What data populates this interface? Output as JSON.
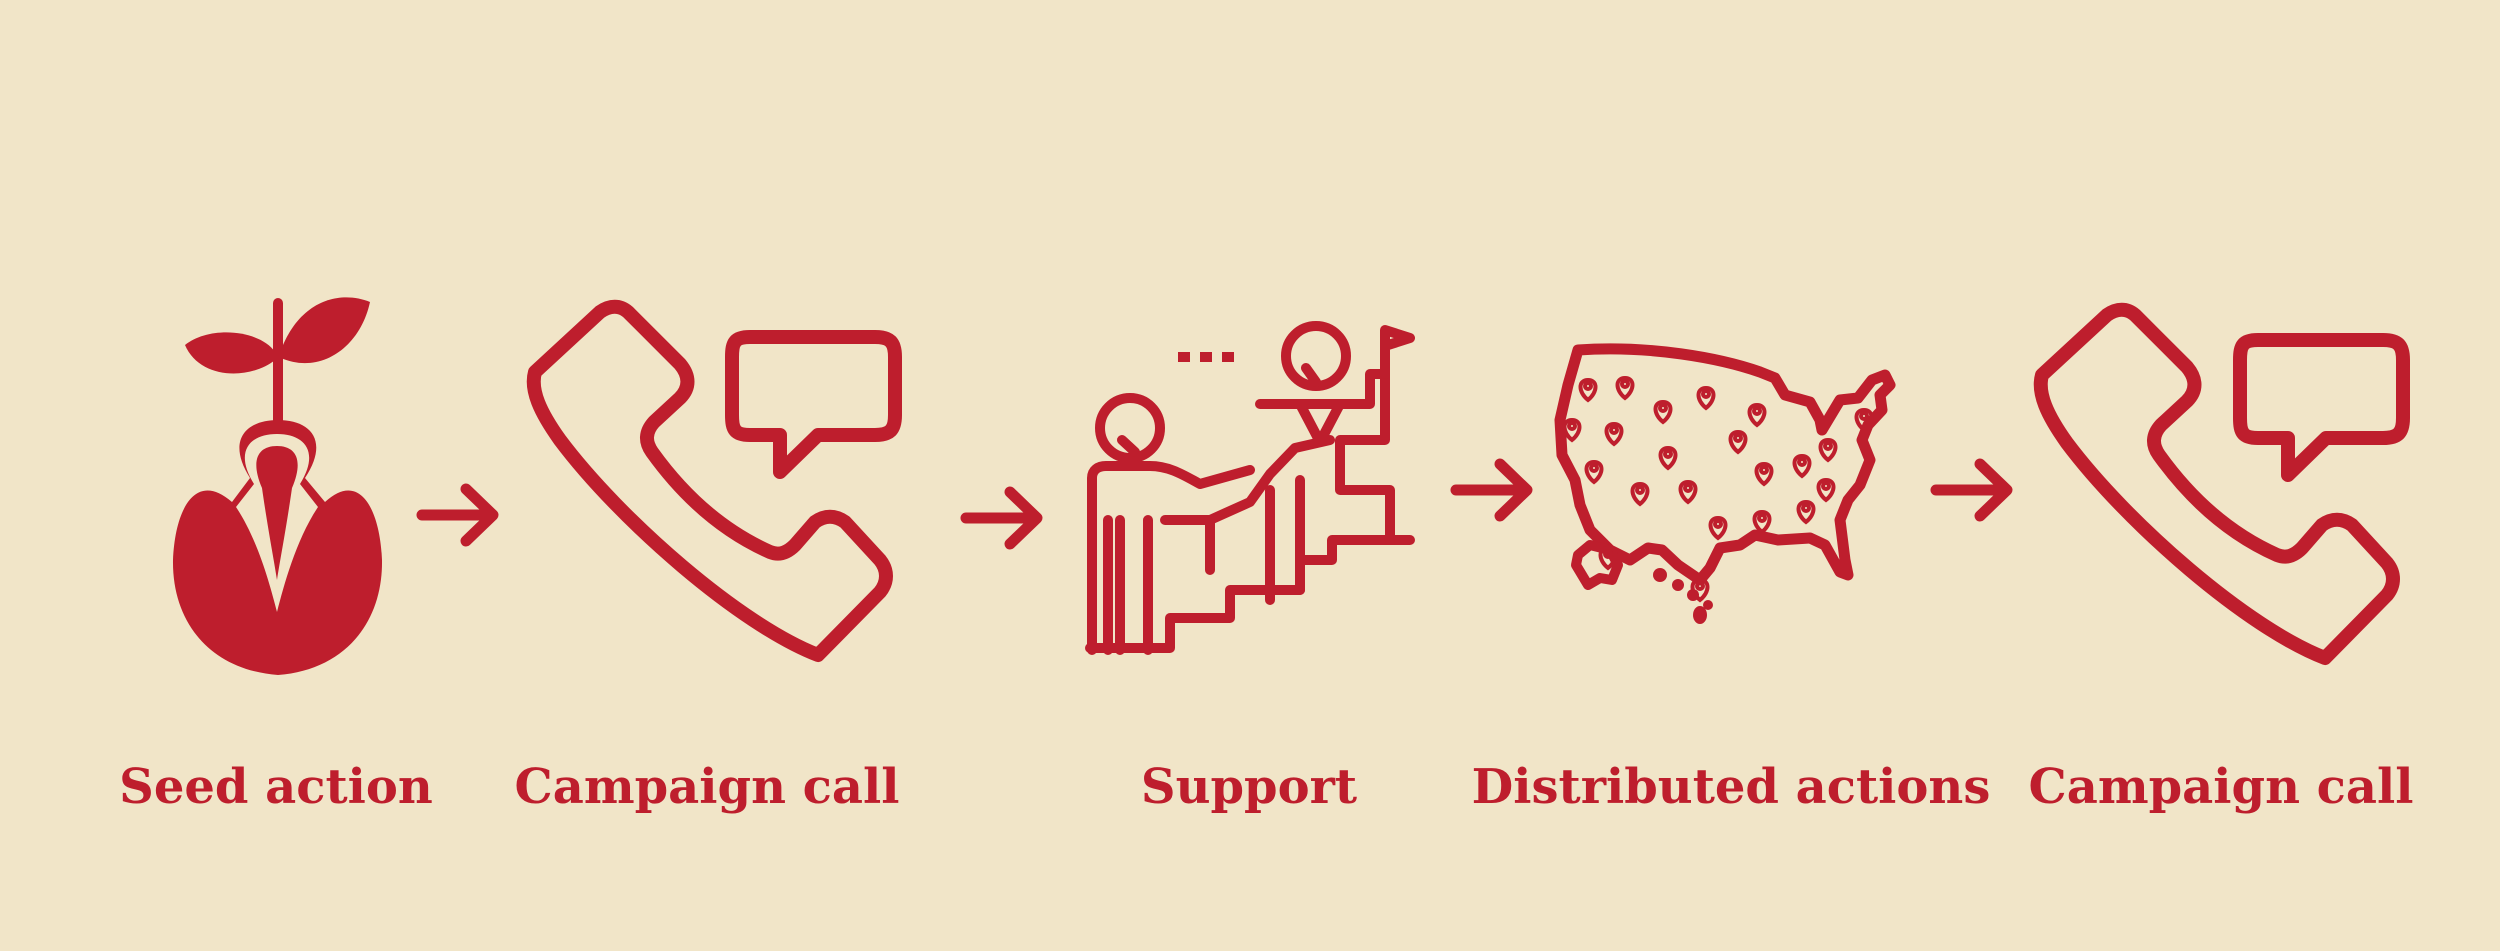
{
  "palette": {
    "background": "#F1E5C8",
    "accent": "#BE1E2D"
  },
  "steps": [
    {
      "label": "Seed action",
      "icon": "seedling-icon"
    },
    {
      "label": "Campaign call",
      "icon": "phone-chat-icon"
    },
    {
      "label": "Support",
      "icon": "mentor-stairs-icon"
    },
    {
      "label": "Distributed actions",
      "icon": "us-map-pins-icon"
    },
    {
      "label": "Campaign call",
      "icon": "phone-chat-icon"
    }
  ],
  "connectors": [
    "arrow-right-icon",
    "arrow-right-icon",
    "arrow-right-icon",
    "arrow-right-icon"
  ]
}
